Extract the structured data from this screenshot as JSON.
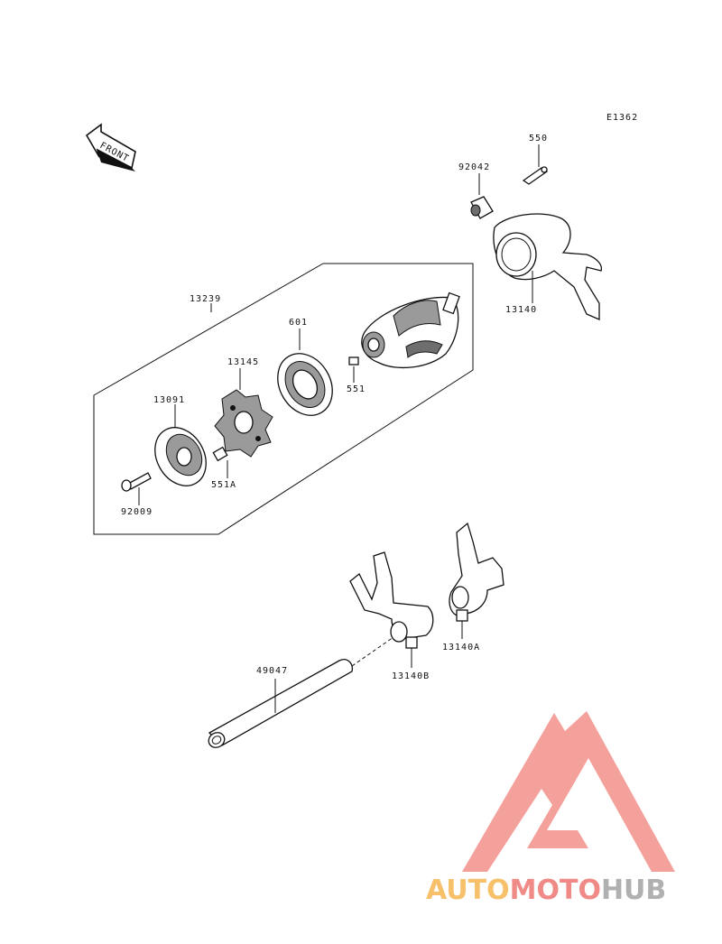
{
  "diagram": {
    "code": "E1362",
    "front_label": "FRONT",
    "parts": {
      "p550": "550",
      "p92042": "92042",
      "p13140": "13140",
      "p13239": "13239",
      "p601": "601",
      "p13145": "13145",
      "p551": "551",
      "p13091": "13091",
      "p551A": "551A",
      "p92009": "92009",
      "p49047": "49047",
      "p13140B": "13140B",
      "p13140A": "13140A"
    }
  },
  "watermark": {
    "text_auto": "AUTO",
    "text_moto": "MOTO",
    "text_hub": "HUB",
    "colors": {
      "auto": "#f6c16a",
      "moto": "#f08a86",
      "hub": "#b0b0b0",
      "logo": "#f28f8a"
    }
  }
}
